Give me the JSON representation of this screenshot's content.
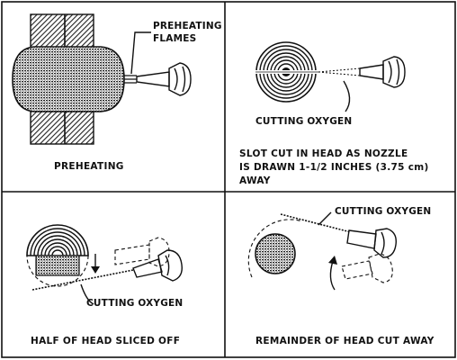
{
  "panels": [
    {
      "caption": "PREHEATING",
      "callout_line1": "PREHEATING",
      "callout_line2": "FLAMES"
    },
    {
      "callout": "CUTTING OXYGEN",
      "caption_line1": "SLOT CUT IN HEAD AS NOZZLE",
      "caption_line2": "IS DRAWN 1-1/2 INCHES (3.75 cm)",
      "caption_line3": "AWAY"
    },
    {
      "callout": "CUTTING OXYGEN",
      "caption": "HALF OF HEAD SLICED OFF"
    },
    {
      "callout": "CUTTING OXYGEN",
      "caption": "REMAINDER OF HEAD CUT AWAY"
    }
  ]
}
